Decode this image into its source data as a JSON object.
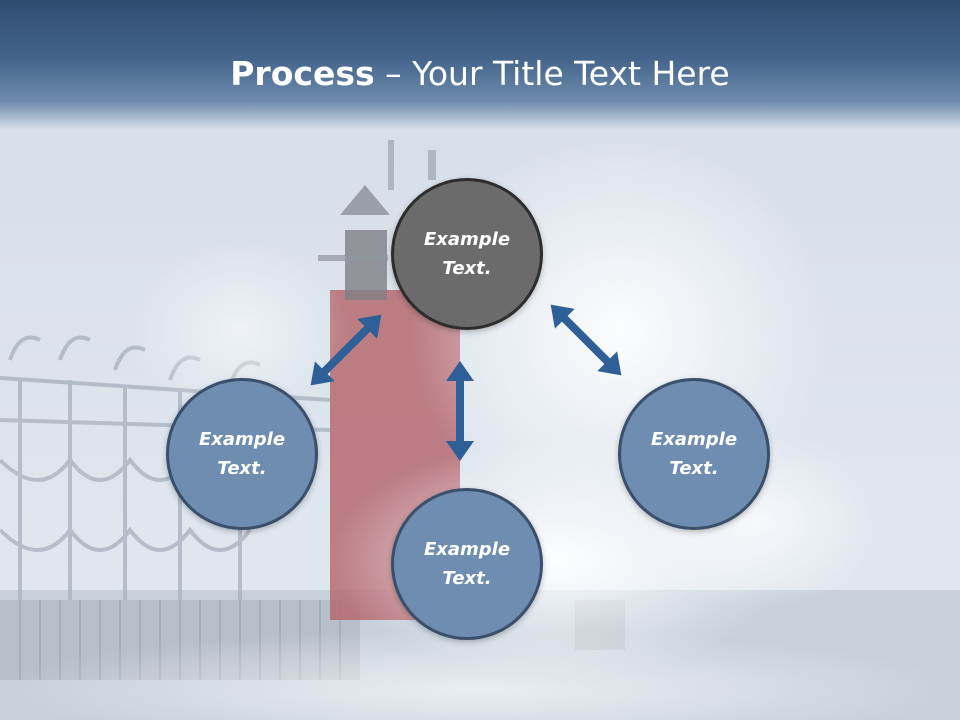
{
  "slide": {
    "title_bold": "Process",
    "title_rest": " – Your Title Text Here"
  },
  "nodes": {
    "top": "Example Text.",
    "left": "Example Text.",
    "right": "Example Text.",
    "bottom": "Example Text."
  },
  "colors": {
    "title_band": "#3a5a82",
    "node_top": "#6b6b6b",
    "node_blue": "#6f8db0",
    "arrow": "#2e5f96"
  },
  "icons": {
    "arrows": "double-headed-arrow"
  }
}
